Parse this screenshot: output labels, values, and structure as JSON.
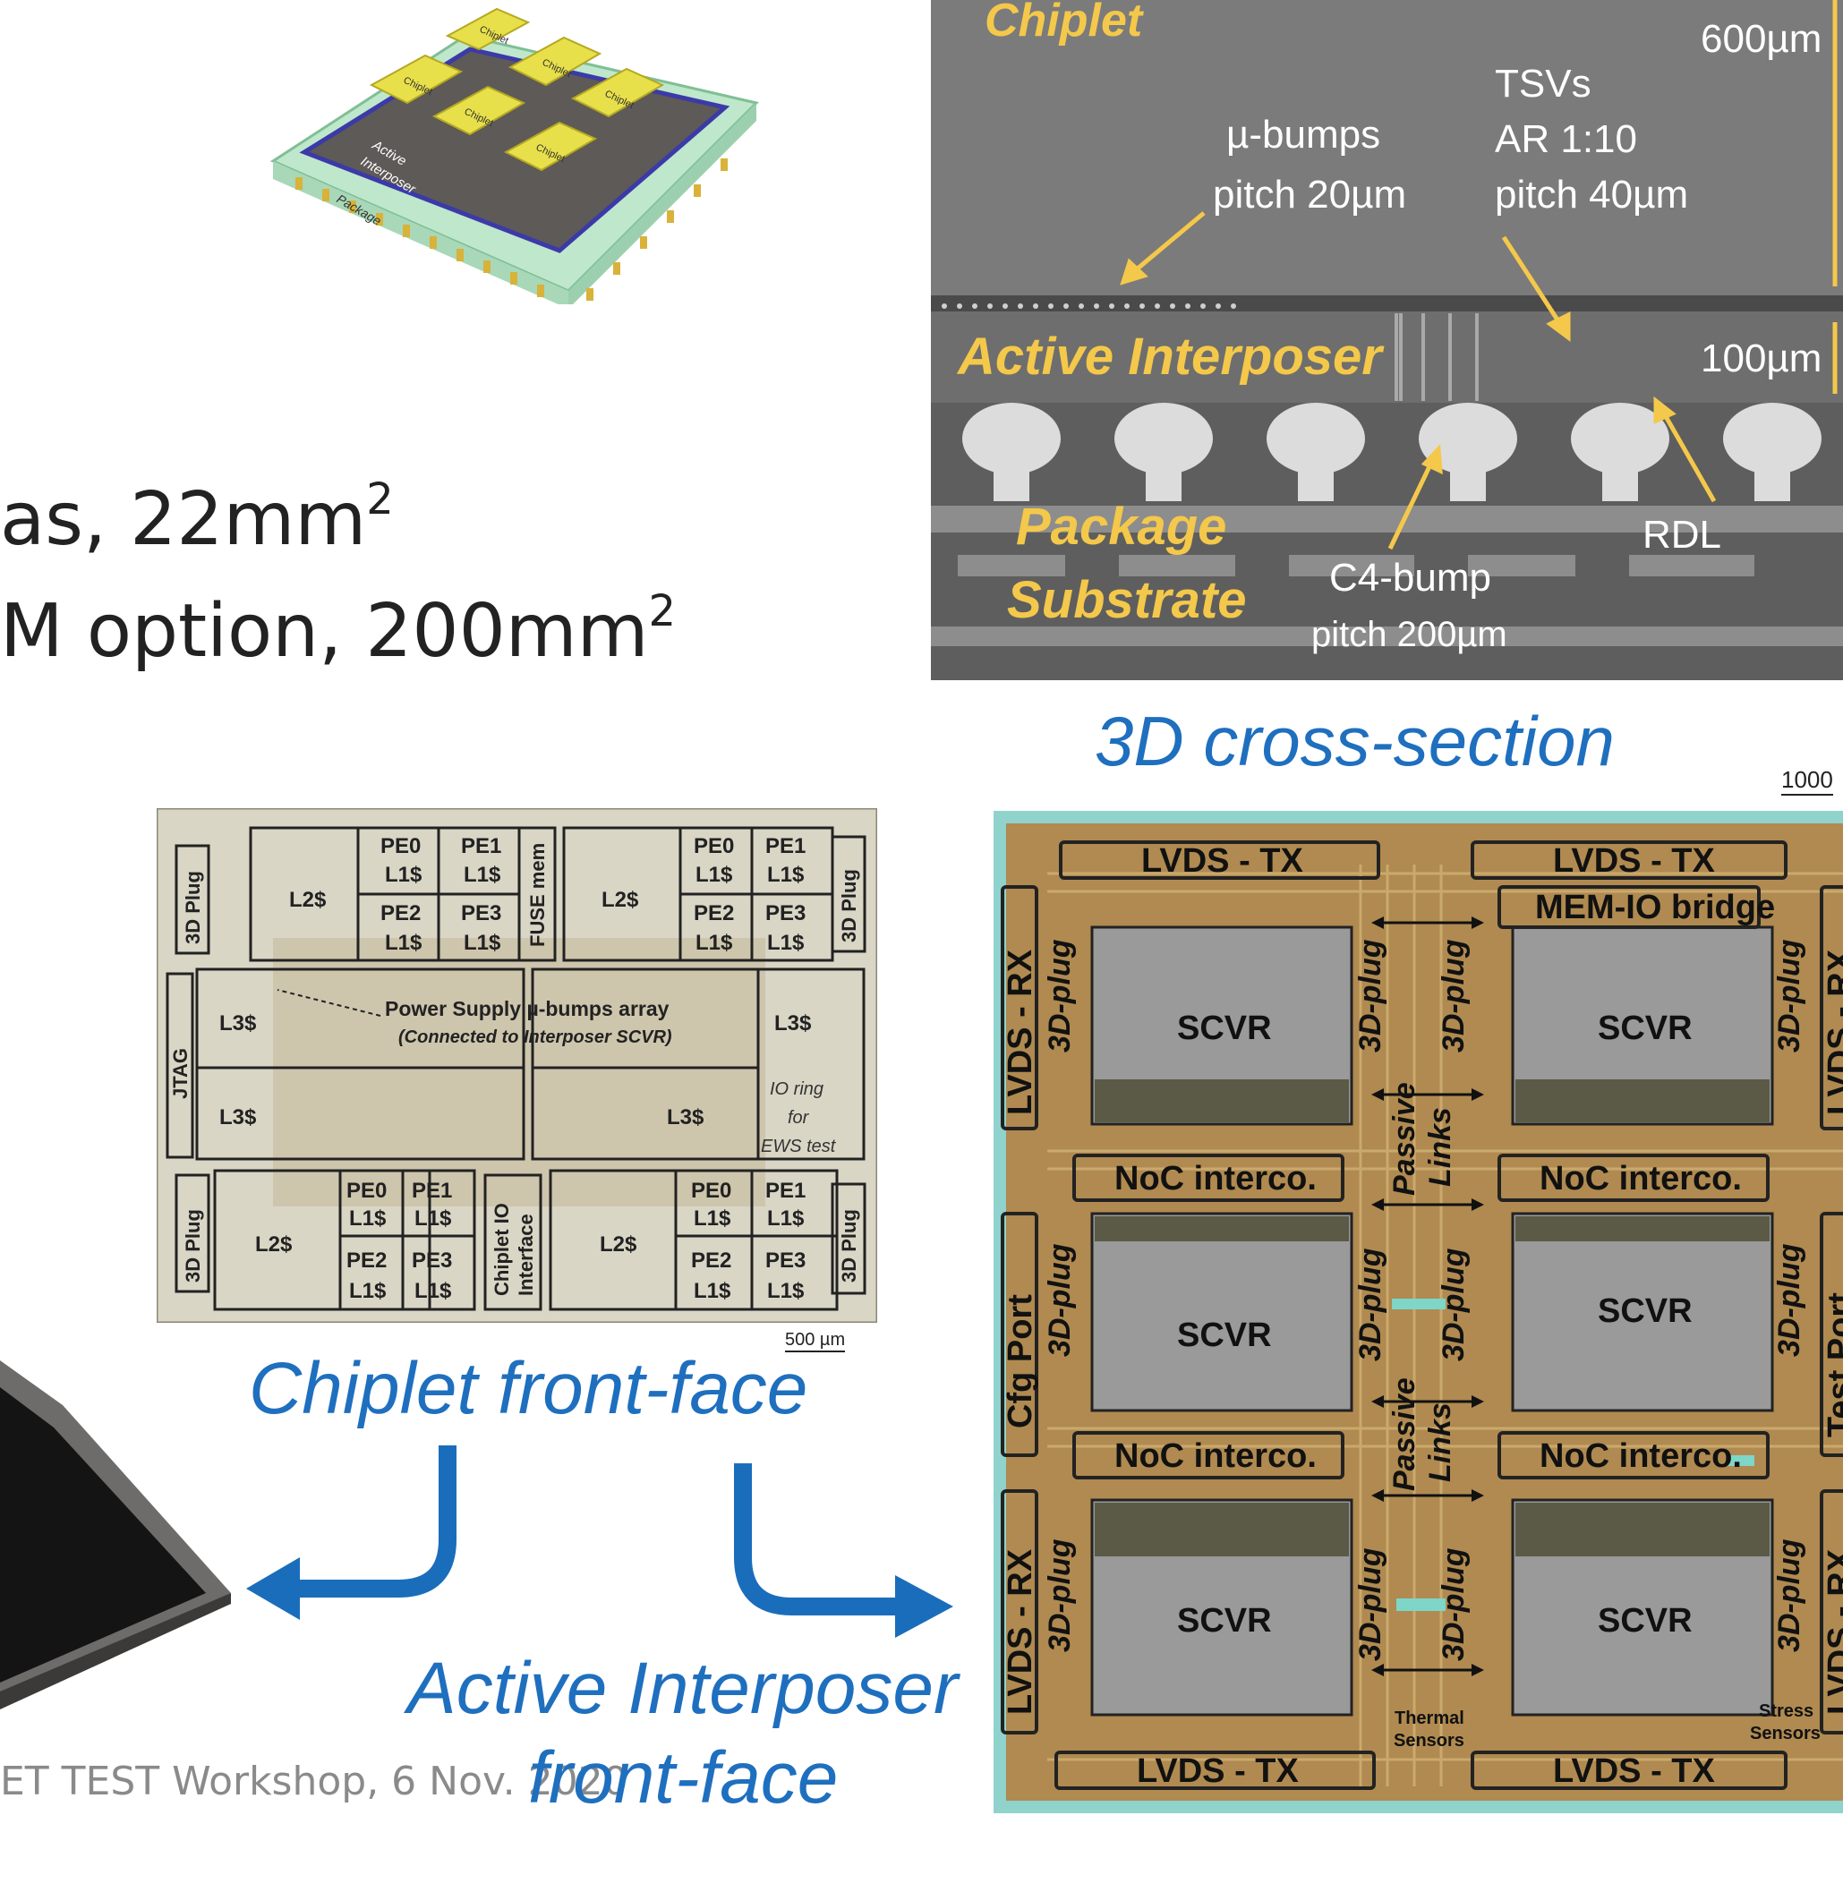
{
  "bullets": {
    "line1_text": "as, 22mm",
    "line1_sup": "2",
    "line2_text": "M option, 200mm",
    "line2_sup": "2"
  },
  "package_3d": {
    "chiplet_label": "Chiplet",
    "interposer_label_1": "Active",
    "interposer_label_2": "Interposer",
    "package_label": "Package"
  },
  "cross_section": {
    "chiplet": "Chiplet",
    "dim_600": "600µm",
    "tsvs_1": "TSVs",
    "tsvs_2": "AR 1:10",
    "tsvs_3": "pitch 40µm",
    "ubumps_1": "µ-bumps",
    "ubumps_2": "pitch 20µm",
    "active_interposer": "Active Interposer",
    "dim_100": "100µm",
    "package": "Package",
    "substrate": "Substrate",
    "rdl": "RDL",
    "c4_1": "C4-bump",
    "c4_2": "pitch 200µm",
    "caption": "3D cross-section"
  },
  "chiplet_face": {
    "pe0": "PE0",
    "pe1": "PE1",
    "pe2": "PE2",
    "pe3": "PE3",
    "l1": "L1$",
    "l2": "L2$",
    "l3": "L3$",
    "plug": "3D Plug",
    "fuse": "FUSE mem",
    "jtag": "JTAG",
    "power_1": "Power Supply µ-bumps array",
    "power_2": "(Connected to Interposer SCVR)",
    "io_1": "IO ring",
    "io_2": "for",
    "io_3": "EWS test",
    "chiplet_io_1": "Chiplet IO",
    "chiplet_io_2": "Interface",
    "scale": "500 µm",
    "caption": "Chiplet front-face"
  },
  "interposer_face": {
    "scale": "1000",
    "lvds_tx": "LVDS - TX",
    "lvds_rx": "LVDS - RX",
    "lvds_rx_cut": "LVDS - RX",
    "mem_io": "MEM-IO bridge",
    "scvr": "SCVR",
    "plug": "3D-plug",
    "noc": "NoC interco.",
    "passive": "Passive",
    "links": "Links",
    "cfg": "Cfg Port",
    "test_port": "Test Port",
    "thermal_1": "Thermal",
    "thermal_2": "Sensors",
    "stress_1": "Stress",
    "stress_2": "Sensors",
    "caption_1": "Active Interposer",
    "caption_2": "front-face"
  },
  "footer": "ET TEST Workshop, 6 Nov. 2020",
  "colors": {
    "caption_blue": "#1f6fbf",
    "arrow_blue": "#1a6dbb",
    "label_yellow": "#f4c84a",
    "chiplet_gold": "#e8e04a"
  }
}
